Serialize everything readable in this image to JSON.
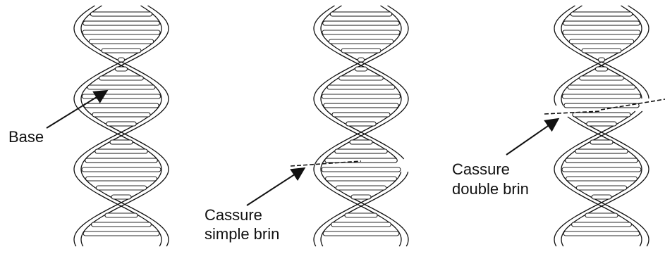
{
  "panels": [
    {
      "id": "intact",
      "labels": [
        "Base"
      ]
    },
    {
      "id": "single-strand-break",
      "labels": [
        "Cassure",
        "simple brin"
      ]
    },
    {
      "id": "double-strand-break",
      "labels": [
        "Cassure",
        "double brin"
      ]
    }
  ],
  "colors": {
    "ink": "#111111",
    "background": "#ffffff"
  }
}
